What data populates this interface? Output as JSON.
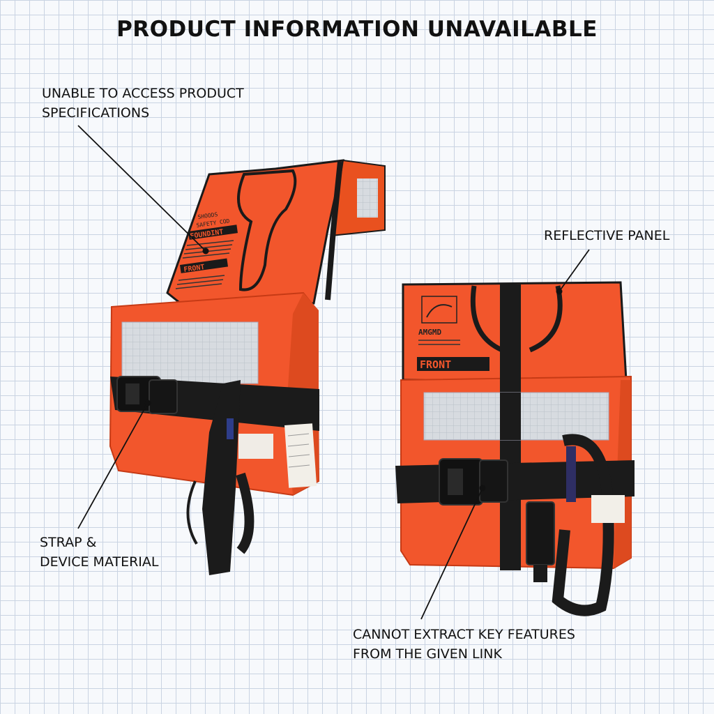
{
  "title": "PRODUCT INFORMATION UNAVAILABLE",
  "callouts": {
    "specs": [
      "UNABLE TO ACCESS PRODUCT",
      "SPECIFICATIONS"
    ],
    "strap": [
      "STRAP &",
      "DEVICE MATERIAL"
    ],
    "panel": [
      "REFLECTIVE PANEL"
    ],
    "features": [
      "CANNOT EXTRACT KEY FEATURES",
      "FROM THE GIVEN LINK"
    ]
  },
  "vest_left": {
    "label_top": "FOUNDINT",
    "label_bottom": "FRONT"
  },
  "vest_right": {
    "brand": "AMGMD",
    "front_badge": "FRONT"
  },
  "colors": {
    "vest_orange": "#f2562c",
    "vest_orange_dark": "#d6421b",
    "strap_black": "#1b1b1b",
    "reflective_panel": "#d9dde1",
    "grid_line": "#c9d3e2",
    "background": "#f7f9fc"
  }
}
